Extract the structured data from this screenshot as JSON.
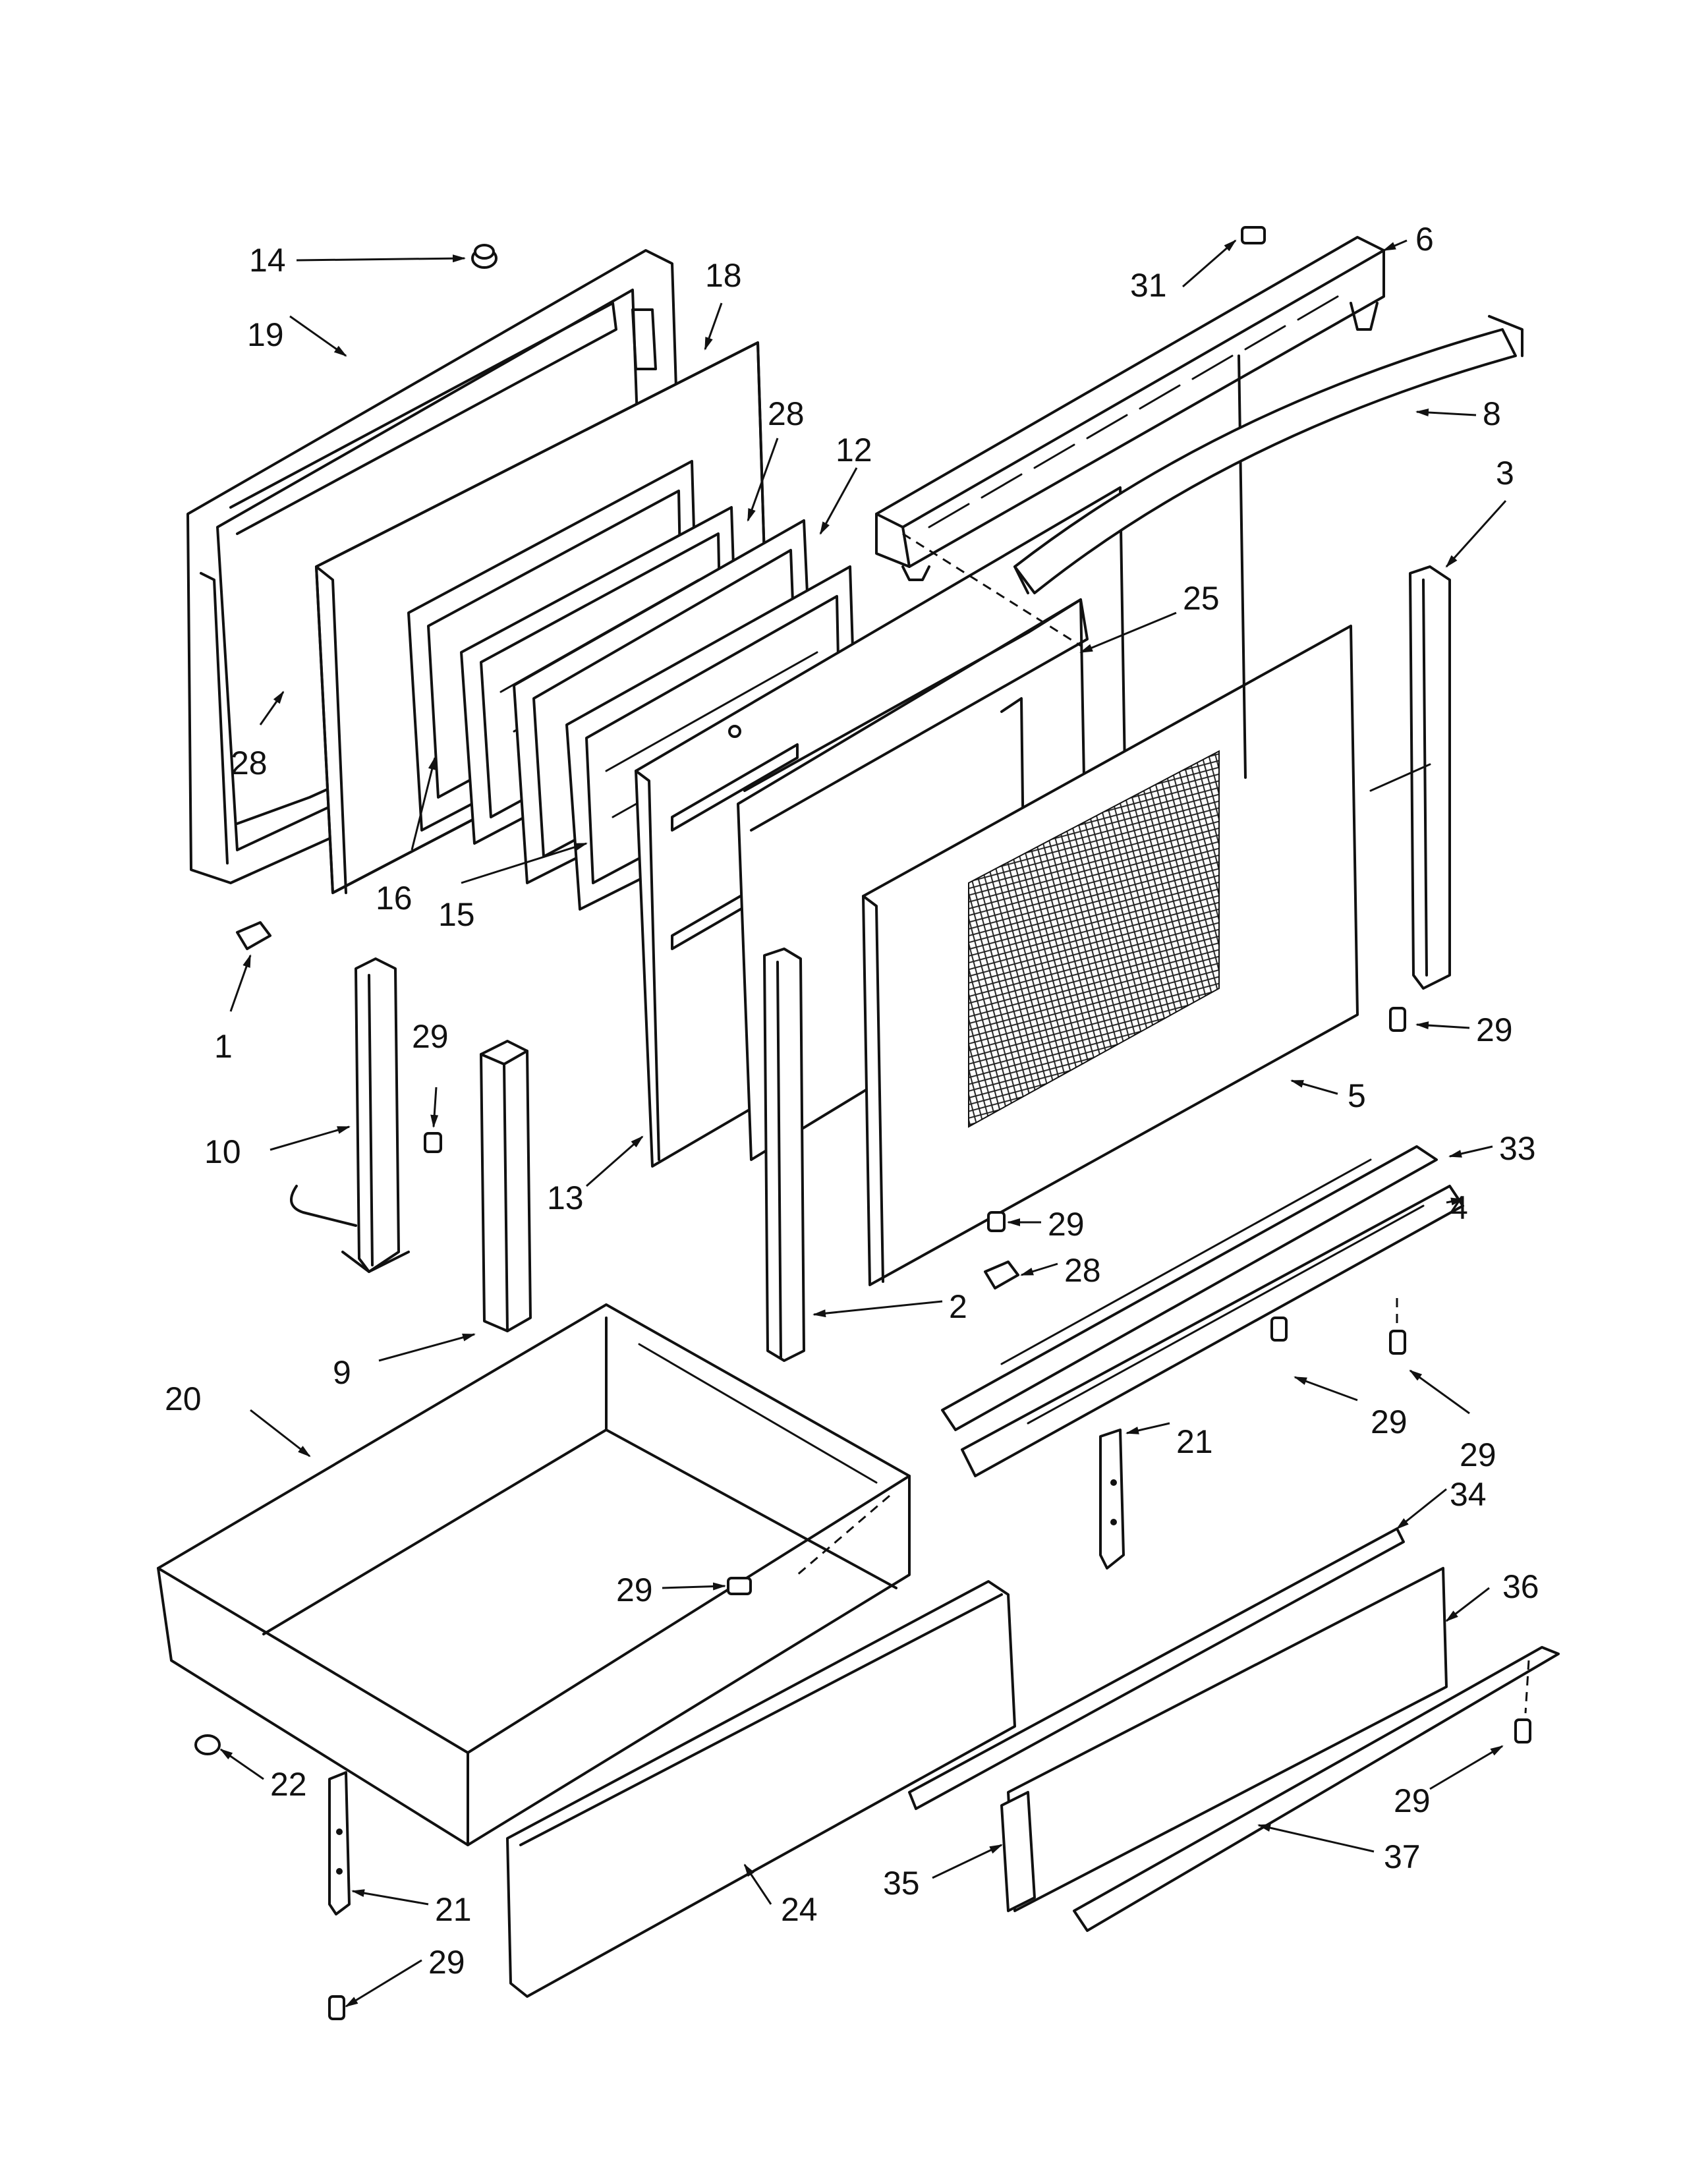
{
  "callouts": [
    {
      "id": "c14a",
      "text": "14"
    },
    {
      "id": "c19",
      "text": "19"
    },
    {
      "id": "c18",
      "text": "18"
    },
    {
      "id": "c28a",
      "text": "28"
    },
    {
      "id": "c12",
      "text": "12"
    },
    {
      "id": "c31",
      "text": "31"
    },
    {
      "id": "c6",
      "text": "6"
    },
    {
      "id": "c8",
      "text": "8"
    },
    {
      "id": "c3",
      "text": "3"
    },
    {
      "id": "c25",
      "text": "25"
    },
    {
      "id": "c28b",
      "text": "28"
    },
    {
      "id": "c16",
      "text": "16"
    },
    {
      "id": "c15",
      "text": "15"
    },
    {
      "id": "c1",
      "text": "1"
    },
    {
      "id": "c29a",
      "text": "29"
    },
    {
      "id": "c10",
      "text": "10"
    },
    {
      "id": "c13",
      "text": "13"
    },
    {
      "id": "c5",
      "text": "5"
    },
    {
      "id": "c29b",
      "text": "29"
    },
    {
      "id": "c33",
      "text": "33"
    },
    {
      "id": "c4",
      "text": "4"
    },
    {
      "id": "c29c",
      "text": "29"
    },
    {
      "id": "c28c",
      "text": "28"
    },
    {
      "id": "c2",
      "text": "2"
    },
    {
      "id": "c9",
      "text": "9"
    },
    {
      "id": "c20",
      "text": "20"
    },
    {
      "id": "c29d",
      "text": "29"
    },
    {
      "id": "c29e",
      "text": "29"
    },
    {
      "id": "c21a",
      "text": "21"
    },
    {
      "id": "c34",
      "text": "34"
    },
    {
      "id": "c36",
      "text": "36"
    },
    {
      "id": "c29f",
      "text": "29"
    },
    {
      "id": "c22",
      "text": "22"
    },
    {
      "id": "c21b",
      "text": "21"
    },
    {
      "id": "c29g",
      "text": "29"
    },
    {
      "id": "c24",
      "text": "24"
    },
    {
      "id": "c35",
      "text": "35"
    },
    {
      "id": "c37",
      "text": "37"
    },
    {
      "id": "c29h",
      "text": "29"
    }
  ]
}
